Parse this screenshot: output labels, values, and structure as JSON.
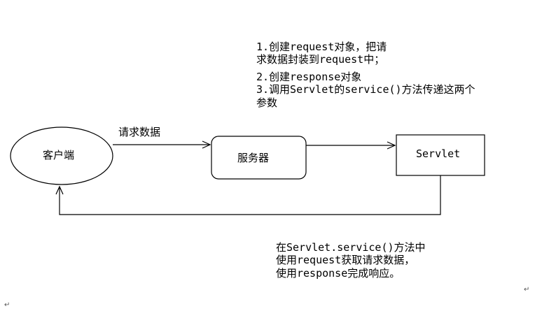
{
  "steps_note": {
    "line1": "1.创建request对象，把请",
    "line2": "求数据封装到request中；",
    "line3": "2.创建response对象",
    "line4": "3.调用Servlet的service()方法传递这两个",
    "line5": "参数"
  },
  "nodes": {
    "client": "客户端",
    "server": "服务器",
    "servlet": "Servlet"
  },
  "edge_label": "请求数据",
  "service_note": {
    "line1": "在Servlet.service()方法中",
    "line2": "使用request获取请求数据，",
    "line3": "使用response完成响应。"
  },
  "paragraph_mark": "↵"
}
